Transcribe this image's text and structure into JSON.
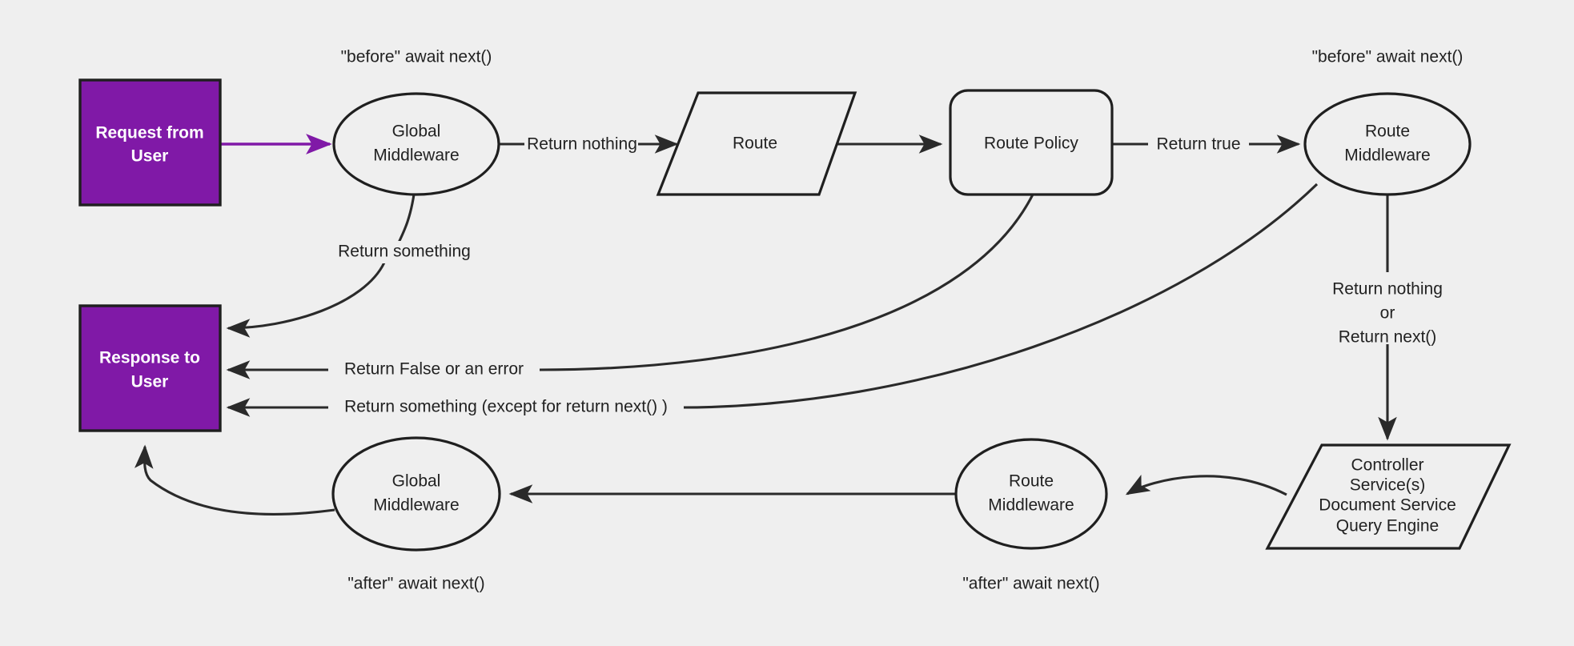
{
  "diagram": {
    "title": "Middleware request/response lifecycle flowchart",
    "background_color": "#efefef",
    "accent_color": "#8019a7",
    "stroke_color": "#2a2a2a",
    "nodes": {
      "request": {
        "line1": "Request from",
        "line2": "User",
        "shape": "rectangle",
        "fill": "#8019a7"
      },
      "response": {
        "line1": "Response to",
        "line2": "User",
        "shape": "rectangle",
        "fill": "#8019a7"
      },
      "global_mw_top": {
        "line1": "Global",
        "line2": "Middleware",
        "shape": "ellipse"
      },
      "route": {
        "line1": "Route",
        "shape": "parallelogram"
      },
      "route_policy": {
        "line1": "Route Policy",
        "shape": "rounded-rectangle"
      },
      "route_mw_top": {
        "line1": "Route",
        "line2": "Middleware",
        "shape": "ellipse"
      },
      "controller": {
        "line1": "Controller",
        "line2": "Service(s)",
        "line3": "Document Service",
        "line4": "Query Engine",
        "shape": "parallelogram"
      },
      "route_mw_bottom": {
        "line1": "Route",
        "line2": "Middleware",
        "shape": "ellipse"
      },
      "global_mw_bottom": {
        "line1": "Global",
        "line2": "Middleware",
        "shape": "ellipse"
      }
    },
    "annotations": {
      "before_global": "\"before\" await next()",
      "before_route_mw": "\"before\" await next()",
      "after_global": "\"after\" await next()",
      "after_route_mw": "\"after\" await next()"
    },
    "edge_labels": {
      "return_something_global": "Return something",
      "return_nothing": "Return nothing",
      "return_true": "Return true",
      "return_false_or_error": "Return False or an error",
      "return_something_except_next": "Return something (except for return next() )",
      "route_mw_out_l1": "Return nothing",
      "route_mw_out_l2": "or",
      "route_mw_out_l3": "Return next()"
    }
  }
}
